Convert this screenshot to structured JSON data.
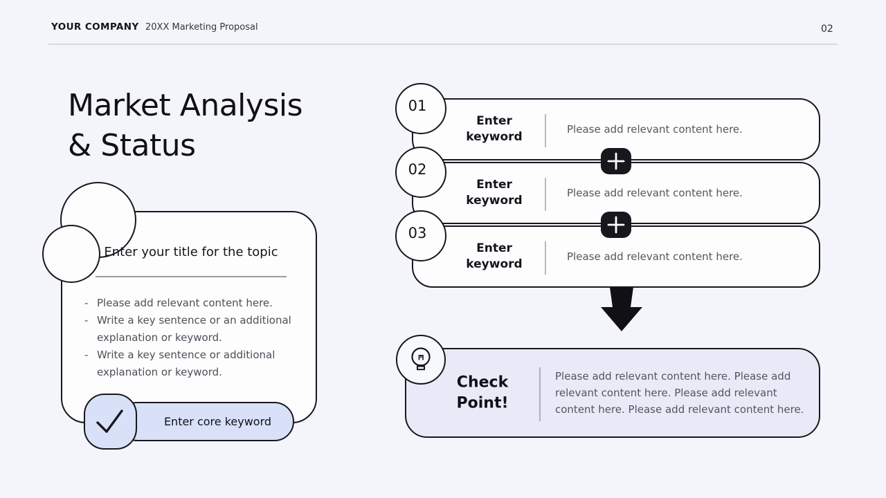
{
  "header": {
    "company": "YOUR COMPANY",
    "subtitle": "20XX Marketing Proposal",
    "page_number": "02"
  },
  "title": {
    "line1": "Market Analysis",
    "line2": "& Status"
  },
  "topic_card": {
    "title": "Enter your title for the topic",
    "bullet_marker": "-",
    "bullets": [
      "Please add relevant content here.",
      "Write a key sentence or an additional explanation or keyword.",
      "Write a key sentence or additional explanation or keyword."
    ],
    "core_keyword_label": "Enter core keyword"
  },
  "keyword_rows": [
    {
      "number": "01",
      "keyword": "Enter keyword",
      "content": "Please add relevant content here."
    },
    {
      "number": "02",
      "keyword": "Enter keyword",
      "content": "Please add relevant content here."
    },
    {
      "number": "03",
      "keyword": "Enter keyword",
      "content": "Please add relevant content here."
    }
  ],
  "check_point": {
    "label": "Check Point!",
    "content": "Please add relevant content here. Please add relevant content here. Please add relevant content here. Please add relevant content here."
  },
  "colors": {
    "background": "#f4f5fa",
    "card_white": "#fdfdfe",
    "lavender_fill": "#d9e1f8",
    "checkpoint_fill": "#e9eaf7",
    "ink": "#17171d",
    "body_gray": "#55555e"
  }
}
